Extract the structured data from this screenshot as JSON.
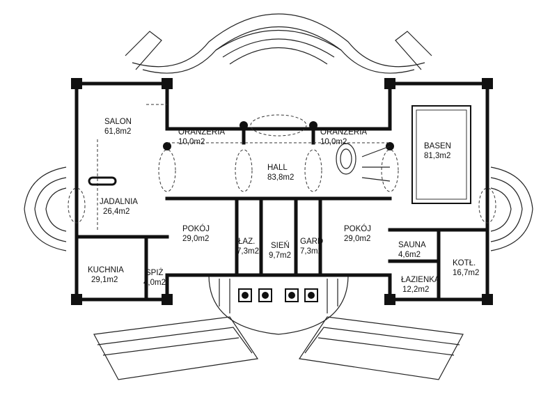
{
  "rooms": [
    {
      "id": "salon",
      "name": "SALON",
      "area": "61,8m2"
    },
    {
      "id": "jadalnia",
      "name": "JADALNIA",
      "area": "26,4m2"
    },
    {
      "id": "kuchnia",
      "name": "KUCHNIA",
      "area": "29,1m2"
    },
    {
      "id": "spiz",
      "name": "SPIŻ",
      "area": "4,0m2"
    },
    {
      "id": "oranzeria-left",
      "name": "ORANŻERIA",
      "area": "10,0m2"
    },
    {
      "id": "oranzeria-right",
      "name": "ORANŻERIA",
      "area": "10,0m2"
    },
    {
      "id": "hall",
      "name": "HALL",
      "area": "83,8m2"
    },
    {
      "id": "pokoj-left",
      "name": "POKÓJ",
      "area": "29,0m2"
    },
    {
      "id": "laz",
      "name": "ŁAZ.",
      "area": "7,3m2"
    },
    {
      "id": "sien",
      "name": "SIEŃ",
      "area": "9,7m2"
    },
    {
      "id": "gard",
      "name": "GARD",
      "area": "7,3m2"
    },
    {
      "id": "pokoj-right",
      "name": "POKÓJ",
      "area": "29,0m2"
    },
    {
      "id": "basen",
      "name": "BASEN",
      "area": "81,3m2"
    },
    {
      "id": "sauna",
      "name": "SAUNA",
      "area": "4,6m2"
    },
    {
      "id": "lazienka",
      "name": "ŁAZIENKA",
      "area": "12,2m2"
    },
    {
      "id": "kotl",
      "name": "KOTŁ.",
      "area": "16,7m2"
    }
  ]
}
